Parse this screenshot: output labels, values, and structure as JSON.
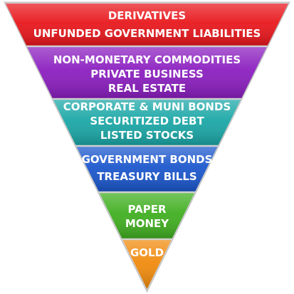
{
  "tiers": [
    {
      "name": "derivatives-tier",
      "color": "#e8161b",
      "lines": [
        "DERIVATIVES",
        "UNFUNDED GOVERNMENT LIABILITIES"
      ]
    },
    {
      "name": "commodities-business-realestate-tier",
      "color": "#8a1dbf",
      "lines": [
        "NON-MONETARY COMMODITIES",
        "PRIVATE BUSINESS",
        "REAL ESTATE"
      ]
    },
    {
      "name": "bonds-stocks-tier",
      "color": "#1aa6a6",
      "lines": [
        "CORPORATE & MUNI BONDS",
        "SECURITIZED DEBT",
        "LISTED STOCKS"
      ]
    },
    {
      "name": "government-bonds-tier",
      "color": "#1a56cc",
      "lines": [
        "GOVERNMENT BONDS",
        "TREASURY BILLS"
      ]
    },
    {
      "name": "paper-money-tier",
      "color": "#3fae1f",
      "lines": [
        "PAPER",
        "MONEY"
      ]
    },
    {
      "name": "gold-tier",
      "color": "#f08a0c",
      "lines": [
        "GOLD"
      ]
    }
  ]
}
